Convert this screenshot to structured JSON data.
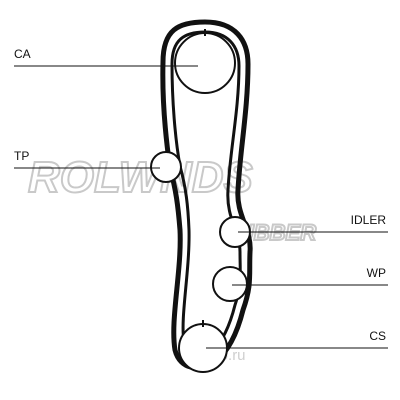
{
  "diagram": {
    "labels": {
      "ca": "CA",
      "tp": "TP",
      "idler": "IDLER",
      "wp": "WP",
      "cs": "CS"
    },
    "watermark": {
      "line1": "ROLWNDS",
      "line2": "RUBBER",
      "footer": "oreo.ru"
    }
  },
  "colors": {
    "belt": "#111111",
    "watermark": "#c9c9c9",
    "background": "#ffffff"
  }
}
